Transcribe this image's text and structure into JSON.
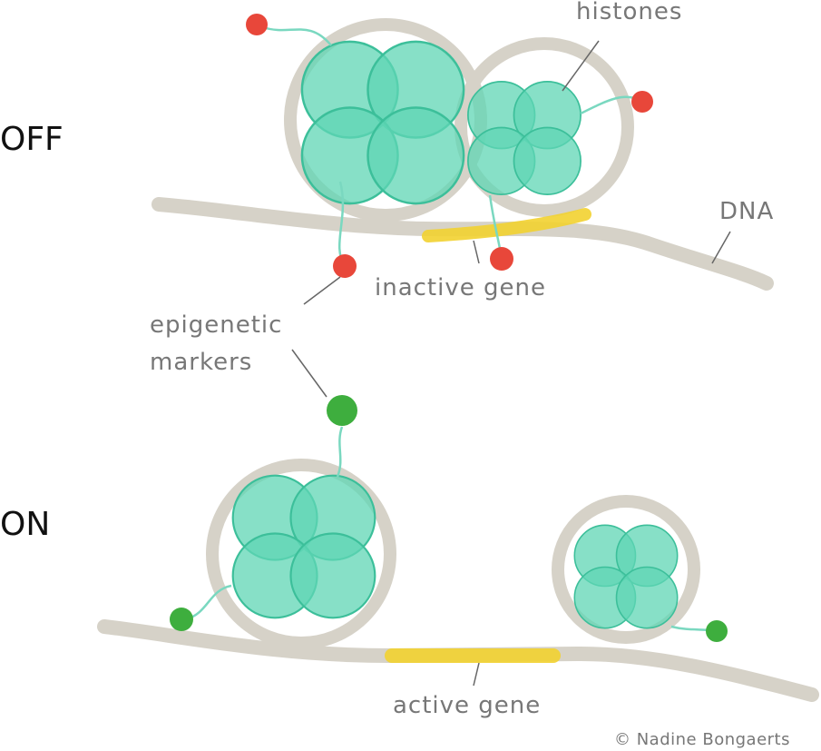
{
  "states": {
    "off": "OFF",
    "on": "ON"
  },
  "labels": {
    "histones": "histones",
    "dna": "DNA",
    "inactive_gene": "inactive gene",
    "epigenetic_markers_line1": "epigenetic",
    "epigenetic_markers_line2": "markers",
    "active_gene": "active gene"
  },
  "copyright": "© Nadine Bongaerts",
  "colors": {
    "dna": "#d6d2c8",
    "histone": "#5fd6b4",
    "gene": "#f2d230",
    "marker_off": "#e8473a",
    "marker_on": "#3eae3e",
    "label": "#777777"
  }
}
